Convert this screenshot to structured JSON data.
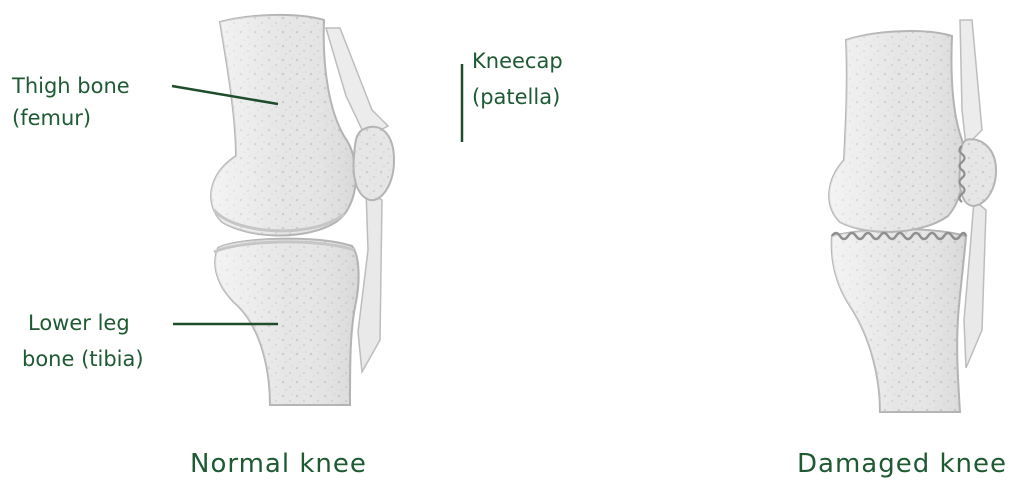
{
  "labels": {
    "femur_line1": "Thigh bone",
    "femur_line2": "(femur)",
    "kneecap_line1": "Kneecap",
    "kneecap_line2": "(patella)",
    "tibia_line1": "Lower leg",
    "tibia_line2": "bone (tibia)"
  },
  "captions": {
    "normal": "Normal knee",
    "damaged": "Damaged knee"
  },
  "colors": {
    "label_text": "#1e5a32",
    "bone_fill": "#e4e4e4",
    "bone_outline": "#b4b4b4"
  }
}
